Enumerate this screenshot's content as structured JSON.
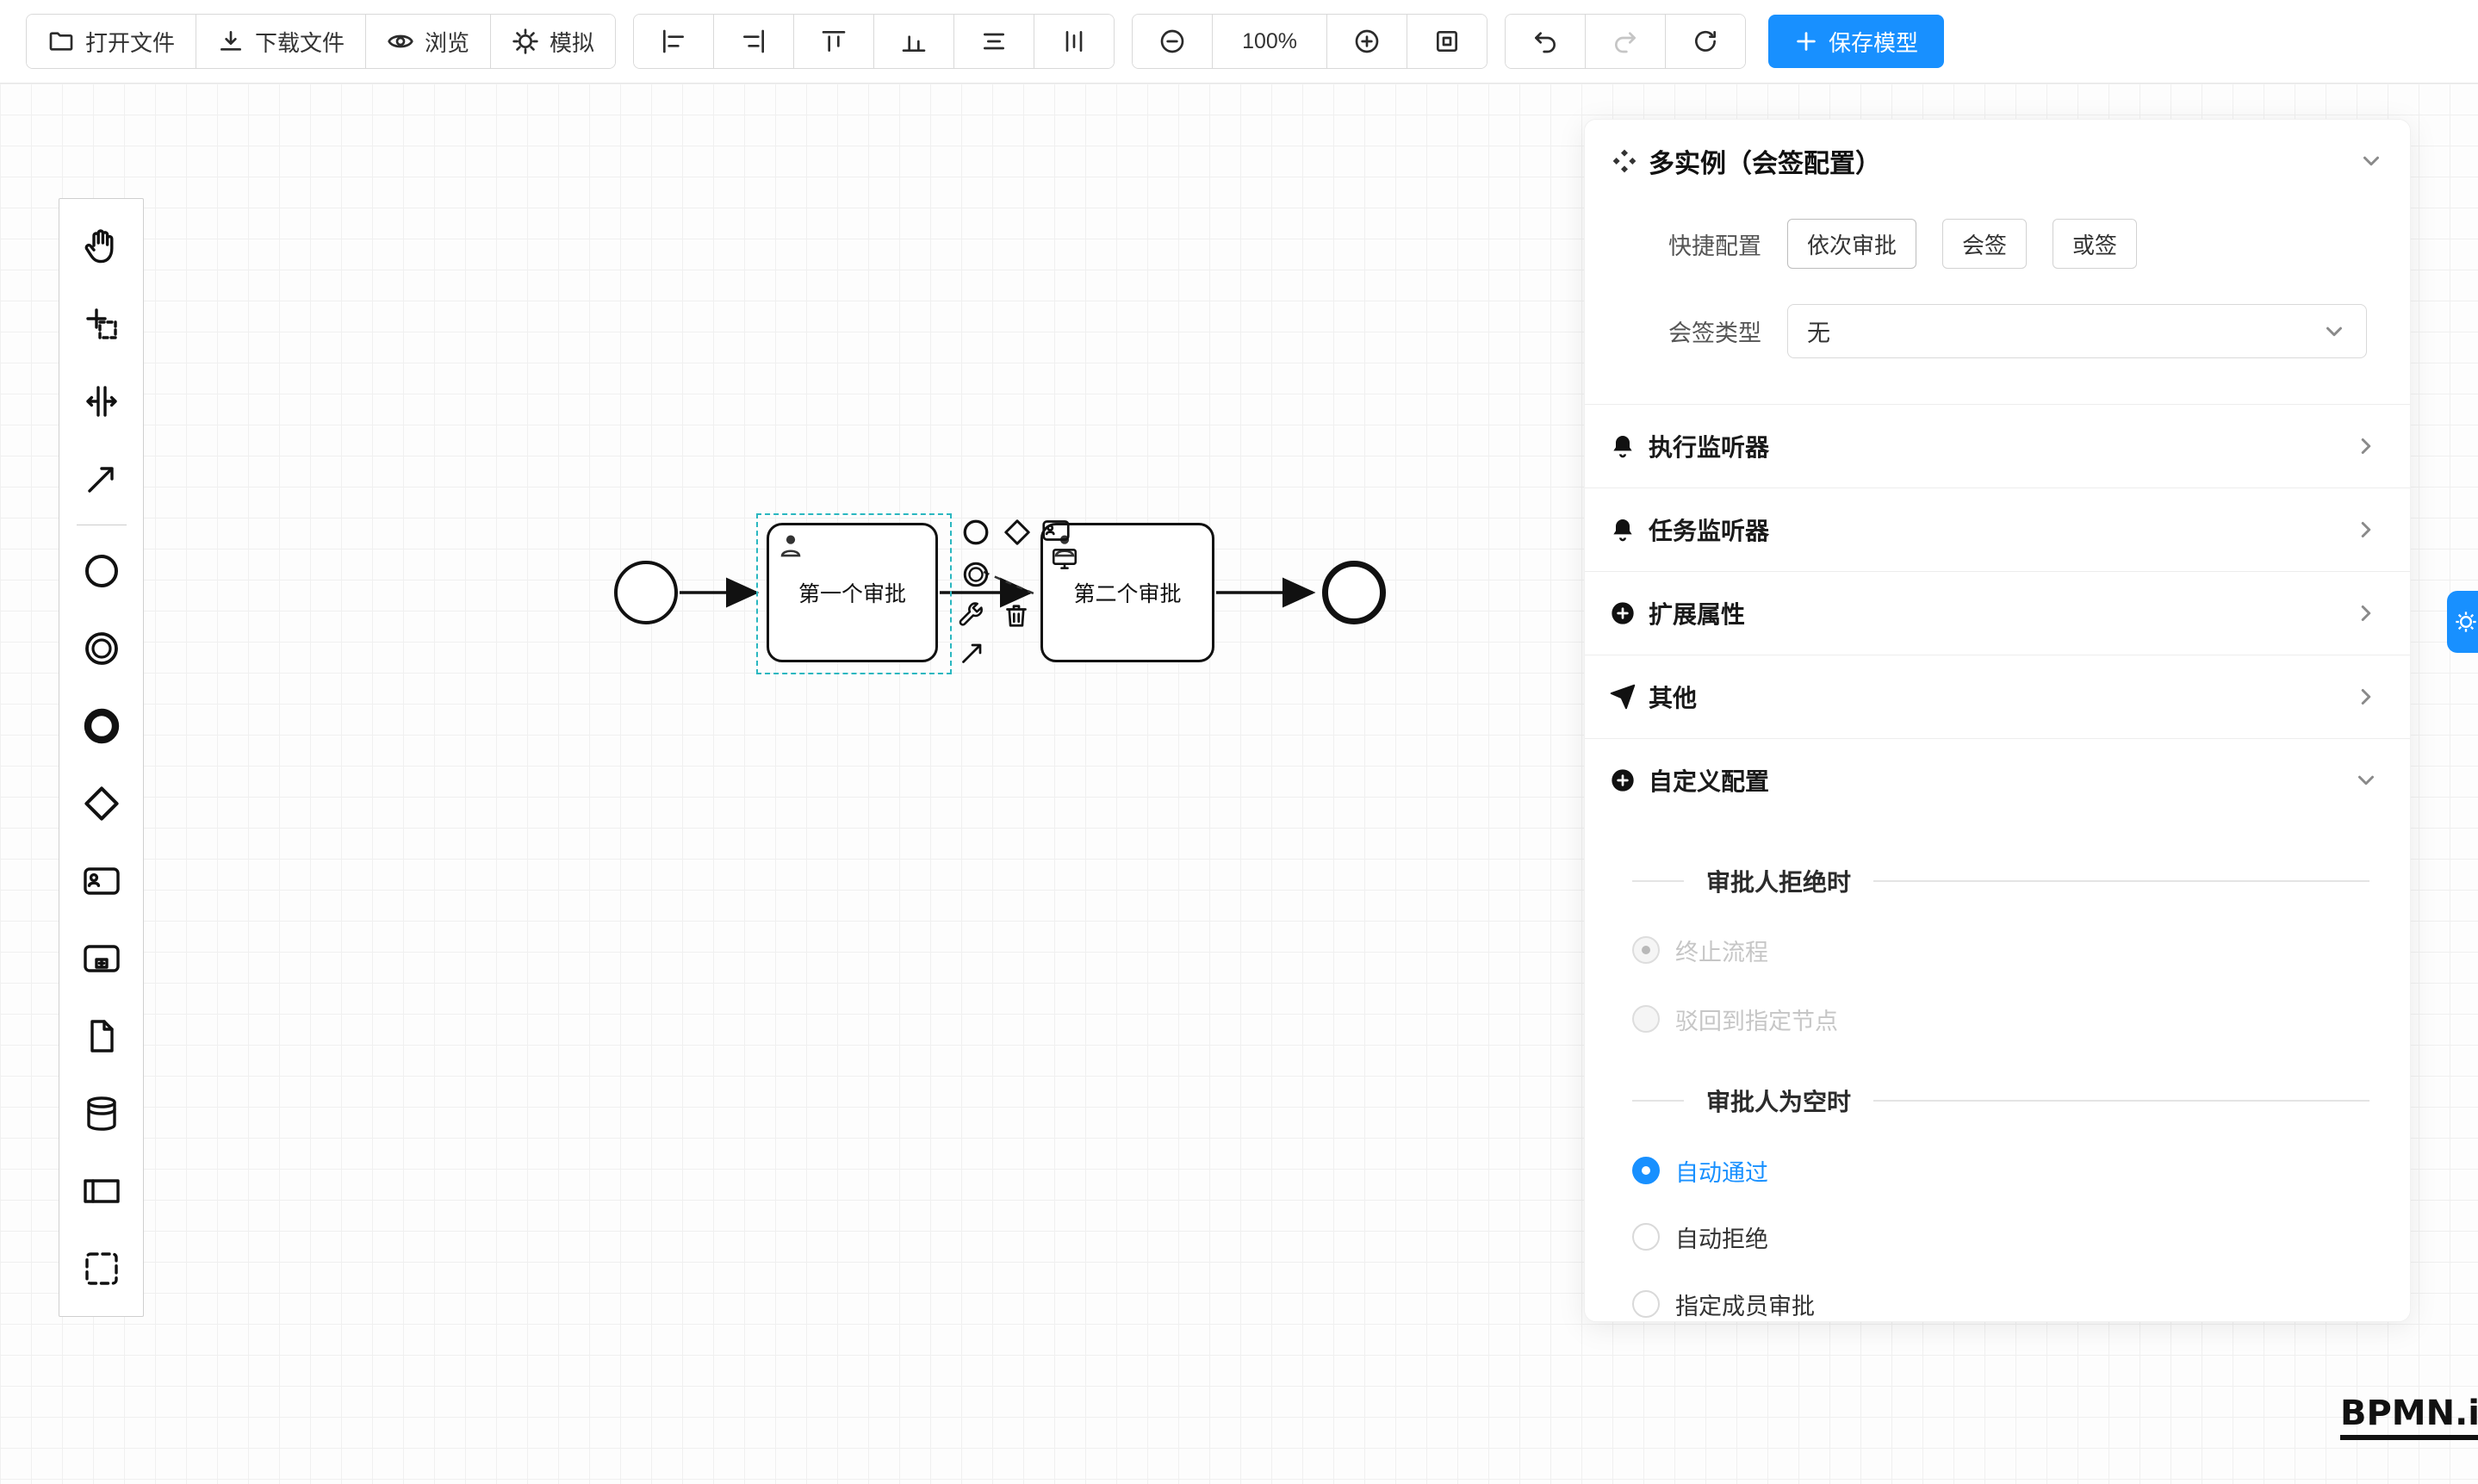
{
  "toolbar": {
    "open_file": "打开文件",
    "download_file": "下载文件",
    "preview": "浏览",
    "simulate": "模拟",
    "zoom_level": "100%",
    "save_model": "保存模型"
  },
  "palette": {
    "tools": [
      "hand-tool",
      "lasso-tool",
      "space-tool",
      "connect-tool"
    ],
    "shapes": [
      "start-event",
      "intermediate-event",
      "end-event",
      "gateway",
      "user-task",
      "subprocess",
      "data-object",
      "data-store",
      "participant",
      "group"
    ]
  },
  "canvas": {
    "tasks": [
      {
        "label": "第一个审批",
        "selected": true
      },
      {
        "label": "第二个审批",
        "selected": false
      }
    ],
    "context_pad_icons": [
      "append-event",
      "append-gateway",
      "append-task",
      "append-intermediate-event",
      "append-screen",
      "wrench",
      "trash",
      "connect-arrow"
    ]
  },
  "panel": {
    "title": "多实例（会签配置）",
    "quick": {
      "label": "快捷配置",
      "options": [
        {
          "label": "依次审批"
        },
        {
          "label": "会签"
        },
        {
          "label": "或签"
        }
      ]
    },
    "sign_type": {
      "label": "会签类型",
      "value": "无"
    },
    "rows": [
      {
        "icon": "bell-icon",
        "label": "执行监听器"
      },
      {
        "icon": "bell-icon",
        "label": "任务监听器"
      },
      {
        "icon": "plus-circle-icon",
        "label": "扩展属性"
      },
      {
        "icon": "send-icon",
        "label": "其他"
      },
      {
        "icon": "plus-circle-icon",
        "label": "自定义配置"
      }
    ],
    "reject": {
      "title": "审批人拒绝时",
      "options": [
        {
          "label": "终止流程",
          "state": "disabled-selected"
        },
        {
          "label": "驳回到指定节点",
          "state": "disabled"
        }
      ]
    },
    "empty": {
      "title": "审批人为空时",
      "options": [
        {
          "label": "自动通过",
          "state": "selected"
        },
        {
          "label": "自动拒绝",
          "state": "unselected"
        },
        {
          "label": "指定成员审批",
          "state": "unselected"
        }
      ]
    }
  },
  "logo": {
    "text": "BPMN.iO"
  },
  "colors": {
    "accent": "#1890ff",
    "selection": "#2ab7c0",
    "grid": "#f0f0f0"
  }
}
